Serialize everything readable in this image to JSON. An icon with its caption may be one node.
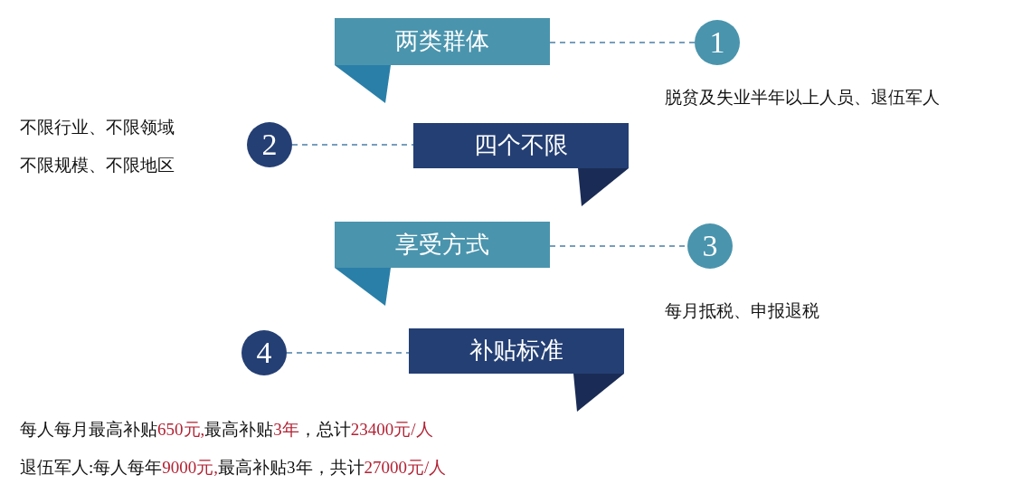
{
  "diagram": {
    "nodes": [
      {
        "text": [
          "两类群体"
        ]
      },
      {
        "text": [
          "1"
        ],
        "beside": [
          "脱贫及失业半年以上人员、退伍军人"
        ]
      },
      {
        "text": [
          "四个不限"
        ]
      },
      {
        "text": [
          "2"
        ],
        "beside": [
          "不限行业、不限领域",
          "不限规模、不限地区"
        ]
      },
      {
        "text": [
          "享受方式"
        ]
      },
      {
        "text": [
          "3"
        ],
        "beside": [
          "每月抵税、申报退税"
        ]
      },
      {
        "text": [
          "补贴标准"
        ]
      },
      {
        "text": [
          "4"
        ],
        "beside": [
          "每人每月最高补贴**650元,**最高补贴**3年**，总计**23400元/人**",
          "退伍军人:每人每年**9000元,**最高补贴3年，共计**27000元/人**"
        ]
      }
    ],
    "edges": [
      {
        "from": 0,
        "to": 1,
        "arrow": "none",
        "style": "dashed"
      },
      {
        "from": 3,
        "to": 2,
        "arrow": "none",
        "style": "dashed"
      },
      {
        "from": 4,
        "to": 5,
        "arrow": "none",
        "style": "dashed"
      },
      {
        "from": 7,
        "to": 6,
        "arrow": "none",
        "style": "dashed"
      }
    ]
  }
}
